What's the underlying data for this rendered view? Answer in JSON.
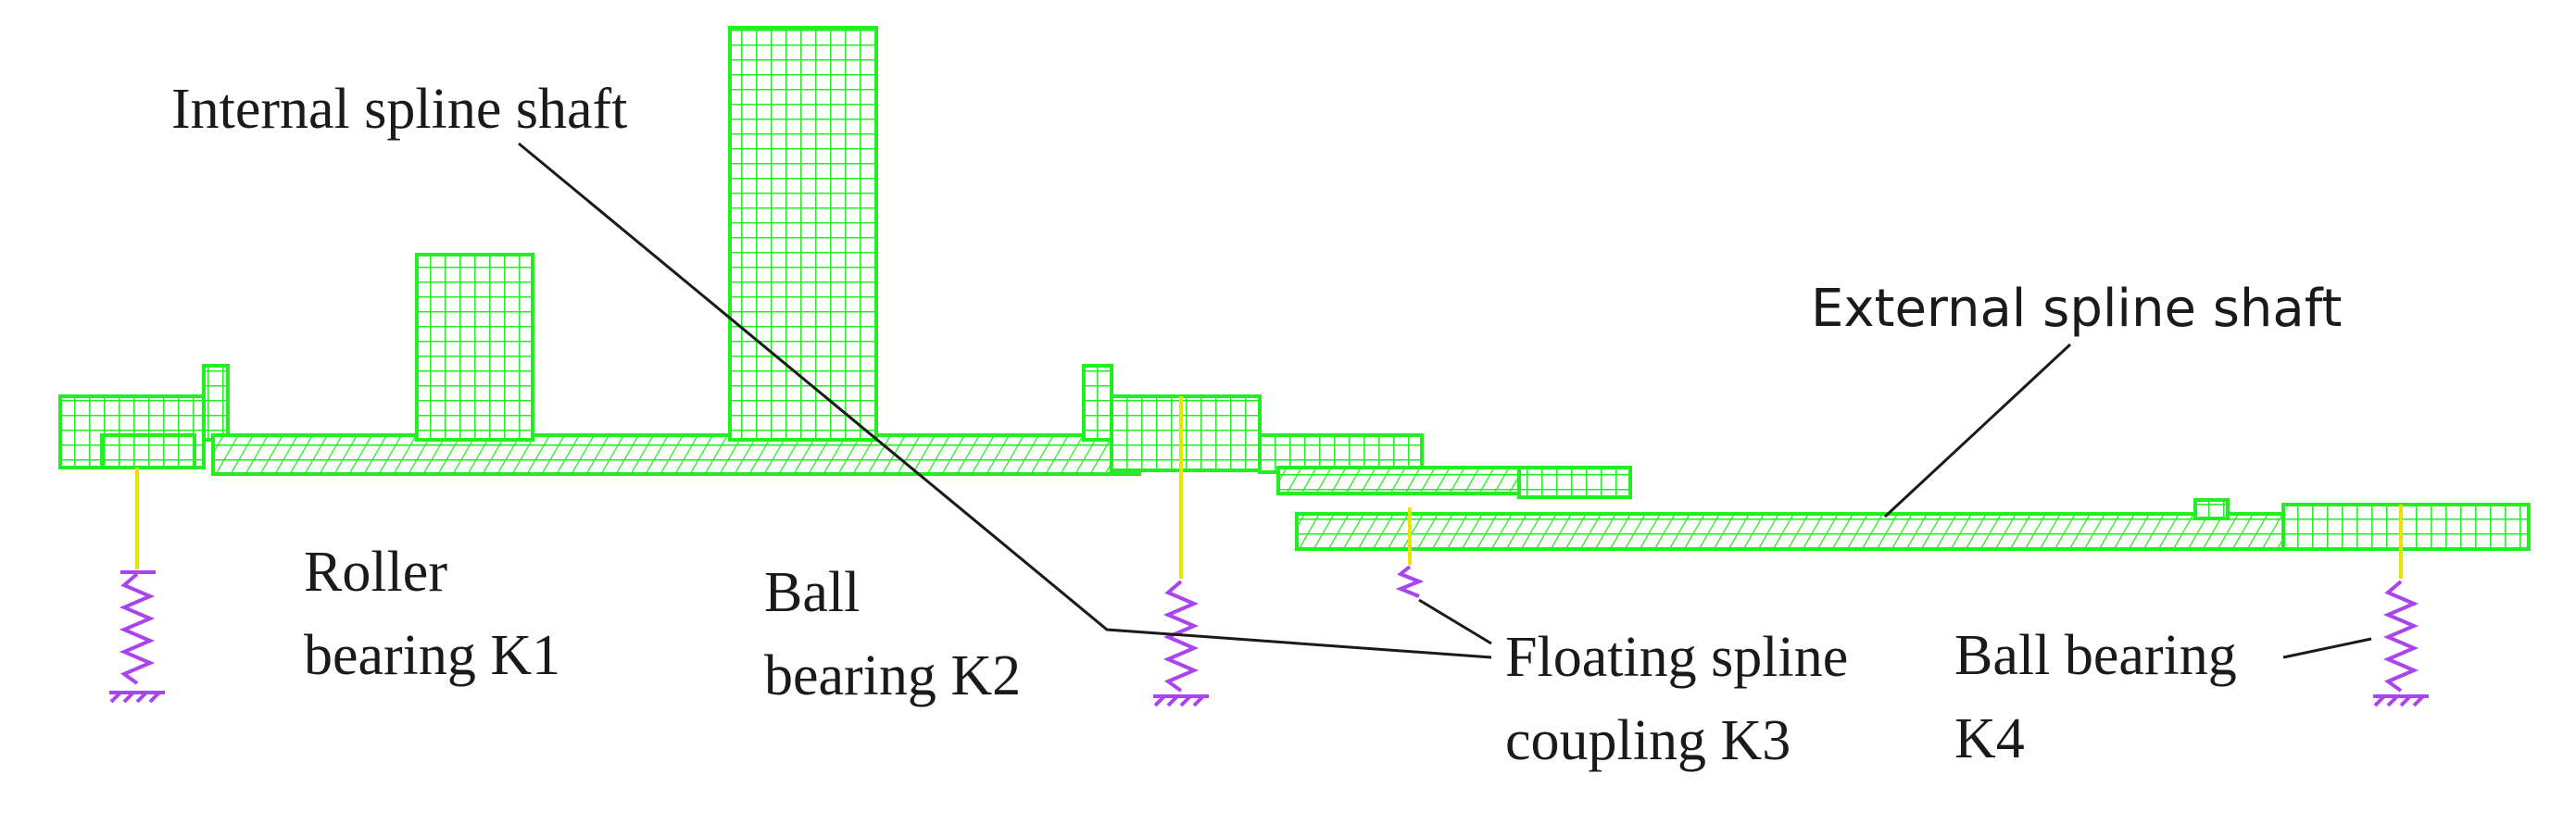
{
  "labels": {
    "internal_spline_shaft": "Internal spline shaft",
    "external_spline_shaft": "External spline shaft",
    "roller_bearing": [
      "Roller",
      "bearing K1"
    ],
    "ball_bearing_k2": [
      "Ball",
      "bearing K2"
    ],
    "floating_spline": [
      "Floating spline",
      "coupling K3"
    ],
    "ball_bearing_k4": [
      "Ball bearing",
      "K4"
    ]
  },
  "colors": {
    "mesh": "#22ee22",
    "support_line": "#e6e600",
    "spring": "#aa44ee",
    "leader": "#1a1a1a",
    "text": "#1a1a1a"
  },
  "icons": [
    "spring-icon",
    "ground-hatch-icon"
  ]
}
